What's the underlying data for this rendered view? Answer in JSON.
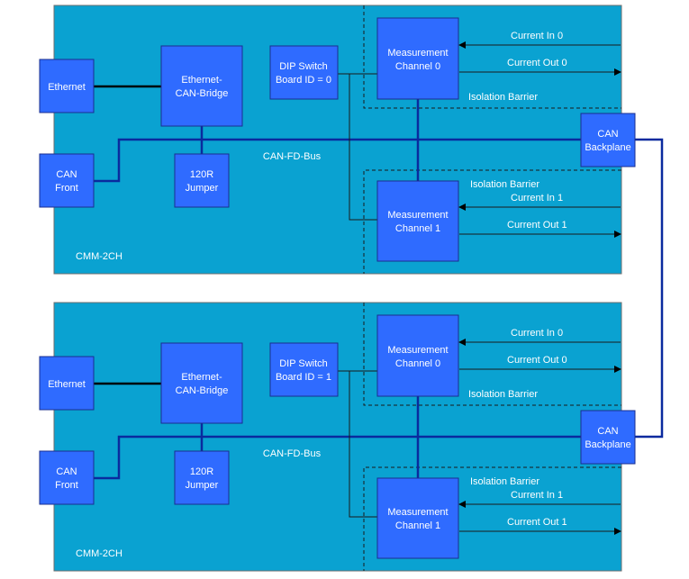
{
  "boards": [
    {
      "name": "CMM-2CH",
      "ethernet": "Ethernet",
      "can_front": [
        "CAN",
        "Front"
      ],
      "bridge": [
        "Ethernet-",
        "CAN-Bridge"
      ],
      "jumper": [
        "120R",
        "Jumper"
      ],
      "dip": [
        "DIP Switch",
        "Board ID = 0"
      ],
      "bus": "CAN-FD-Bus",
      "backplane": [
        "CAN",
        "Backplane"
      ],
      "ch0": [
        "Measurement",
        "Channel 0"
      ],
      "ch1": [
        "Measurement",
        "Channel 1"
      ],
      "iso0": "Isolation Barrier",
      "iso1": "Isolation Barrier",
      "in0": "Current In 0",
      "out0": "Current Out 0",
      "in1": "Current In 1",
      "out1": "Current Out 1"
    },
    {
      "name": "CMM-2CH",
      "ethernet": "Ethernet",
      "can_front": [
        "CAN",
        "Front"
      ],
      "bridge": [
        "Ethernet-",
        "CAN-Bridge"
      ],
      "jumper": [
        "120R",
        "Jumper"
      ],
      "dip": [
        "DIP Switch",
        "Board ID = 1"
      ],
      "bus": "CAN-FD-Bus",
      "backplane": [
        "CAN",
        "Backplane"
      ],
      "ch0": [
        "Measurement",
        "Channel 0"
      ],
      "ch1": [
        "Measurement",
        "Channel 1"
      ],
      "iso0": "Isolation Barrier",
      "iso1": "Isolation Barrier",
      "in0": "Current In 0",
      "out0": "Current Out 0",
      "in1": "Current In 1",
      "out1": "Current Out 1"
    }
  ]
}
